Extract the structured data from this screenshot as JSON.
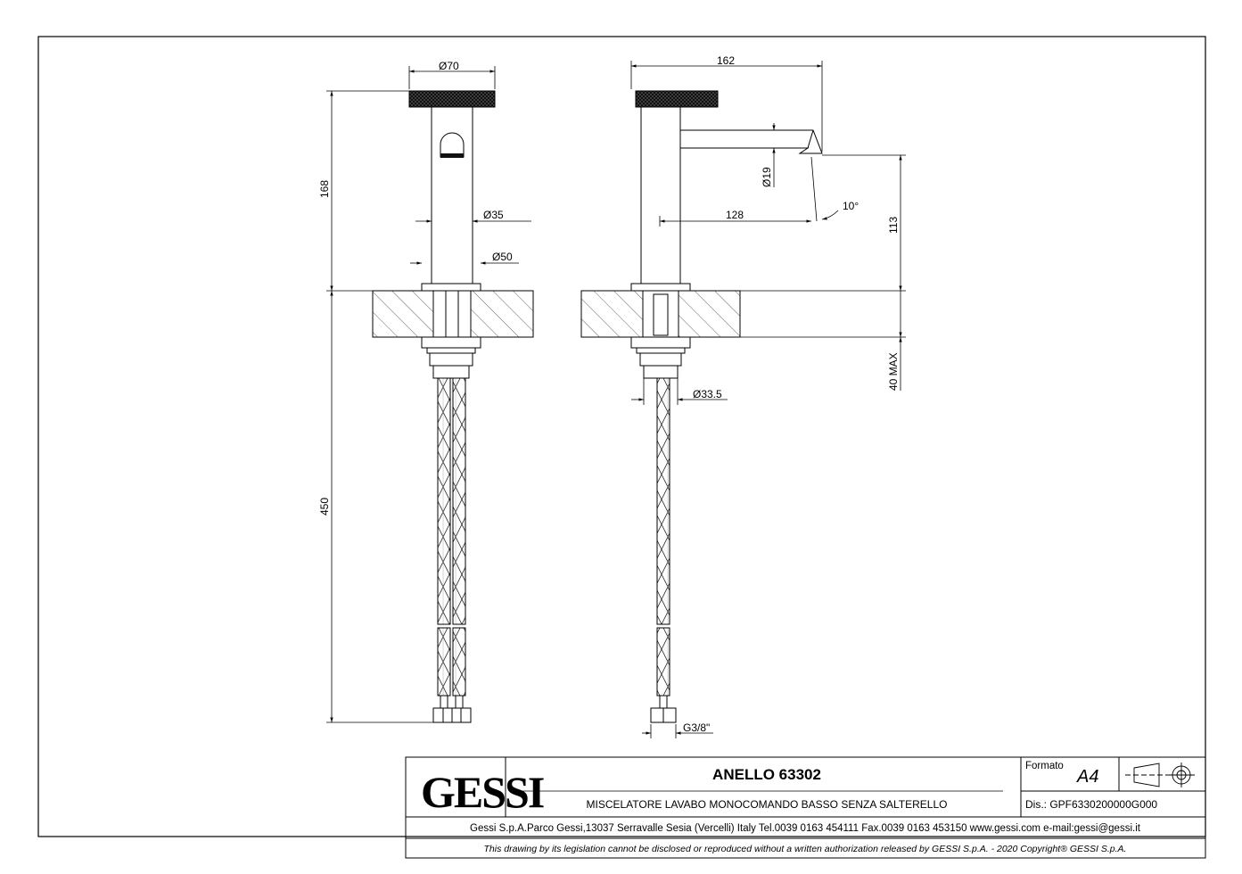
{
  "dimensions": {
    "top_diameter": "Ø70",
    "height_total": "168",
    "body_diameter": "Ø35",
    "base_diameter": "Ø50",
    "hose_length": "450",
    "width_total": "162",
    "spout_diameter": "Ø19",
    "spout_reach": "128",
    "spout_angle": "10°",
    "spout_height": "113",
    "max_thickness": "40 MAX",
    "shank_diameter": "Ø33.5",
    "thread": "G3/8\""
  },
  "title_block": {
    "logo": "GESSI",
    "product_name": "ANELLO 63302",
    "description": "MISCELATORE LAVABO MONOCOMANDO BASSO SENZA SALTERELLO",
    "format_label": "Formato",
    "format_value": "A4",
    "drawing_no": "Dis.: GPF6330200000G000",
    "company_info": "Gessi S.p.A.Parco Gessi,13037 Serravalle Sesia (Vercelli) Italy Tel.0039 0163 454111 Fax.0039 0163 453150 www.gessi.com e-mail:gessi@gessi.it",
    "legal_notice": "This drawing by its legislation cannot be disclosed or reproduced without a written authorization released by GESSI S.p.A. - 2020 Copyright® GESSI S.p.A."
  },
  "colors": {
    "line": "#000000",
    "hatch": "#444444",
    "knurl": "#1a1a1a"
  }
}
